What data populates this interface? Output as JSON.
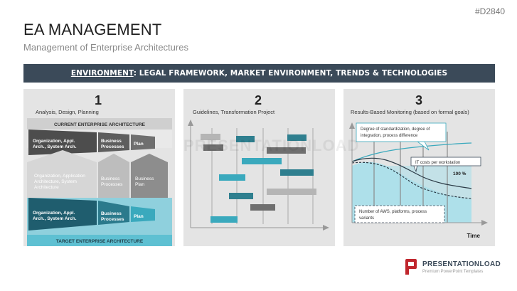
{
  "page_code": "#D2840",
  "title": "EA MANAGEMENT",
  "subtitle": "Management of Enterprise Architectures",
  "banner": {
    "prefix": "ENVIRONMENT",
    "rest": ": LEGAL FRAMEWORK, MARKET ENVIRONMENT, TRENDS & TECHNOLOGIES"
  },
  "panels": [
    {
      "number": "1",
      "label": "Analysis, Design, Planning"
    },
    {
      "number": "2",
      "label": "Guidelines, Transformation Project"
    },
    {
      "number": "3",
      "label": "Results-Based Monitoring (based on formal goals)"
    }
  ],
  "panel1": {
    "current_label": "CURRENT ENTERPRISE ARCHITECTURE",
    "target_label": "TARGET ENTERPRISE ARCHITECTURE",
    "top_row": {
      "a1": "Organization, Appl.",
      "a2": "Arch., System Arch.",
      "b1": "Business",
      "b2": "Processes",
      "c": "Plan"
    },
    "mid_row": {
      "a1": "Organization, Application",
      "a2": "Architecture, System",
      "a3": "Architecture",
      "b1": "Business",
      "b2": "Processes",
      "c1": "Business",
      "c2": "Plan"
    },
    "bottom_row": {
      "a1": "Organization, Appl.",
      "a2": "Arch., System Arch.",
      "b1": "Business",
      "b2": "Processes",
      "c": "Plan"
    }
  },
  "panel3": {
    "callout1": {
      "l1": "Degree of standardization, degree of",
      "l2": "integration, process difference"
    },
    "callout2": "IT costs per workstation",
    "percent": "100 %",
    "callout3": {
      "l1": "Number of AWS, platforms, process",
      "l2": "variants"
    },
    "axis_label": "Time"
  },
  "watermark": "PRESENTATIONLOAD",
  "footer": {
    "brand": "PRESENTATIONLOAD",
    "sub": "Premium PowerPoint Templates"
  },
  "colors": {
    "dark": "#3b4a59",
    "teal_dark": "#2f7f8f",
    "teal_mid": "#3aa9bd",
    "teal_light": "#8fd0dd",
    "gray_bar": "#b5b5b5",
    "panel_bg": "#e4e4e4",
    "brand_red": "#c0262d"
  }
}
